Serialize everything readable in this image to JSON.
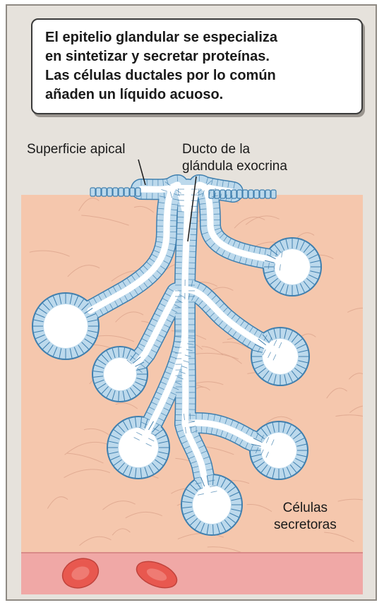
{
  "caption": {
    "lines": [
      "El epitelio glandular se especializa",
      "en sintetizar y secretar proteínas.",
      "Las células ductales por lo común",
      "añaden un líquido acuoso."
    ]
  },
  "labels": {
    "apical": "Superficie apical",
    "ducto": [
      "Ducto de la",
      "glándula exocrina"
    ],
    "secretoras": [
      "Células",
      "secretoras"
    ]
  },
  "colors": {
    "frame": "#e6e2dc",
    "tissue": "#f5c7ad",
    "fiber": "#d9a088",
    "cell_fill": "#bcd9ec",
    "cell_stroke": "#3f7fae",
    "lumen": "#ffffff",
    "vessel": "#f0a8a6",
    "rbc": "#e8584f"
  },
  "icons": [
    "red-blood-cell-icon"
  ]
}
